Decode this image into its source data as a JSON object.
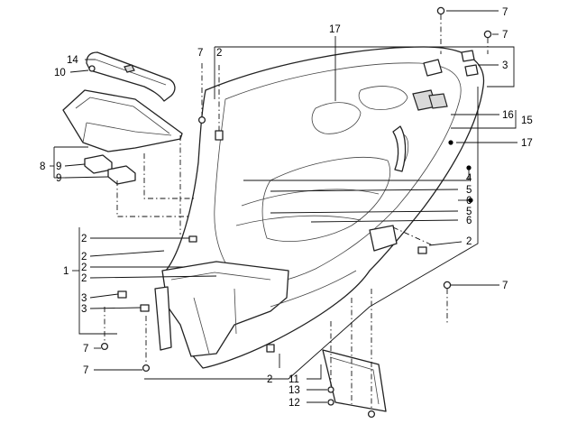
{
  "callouts": {
    "c7_a": "7",
    "c7_b": "7",
    "c7_c": "7",
    "c7_d": "7",
    "c7_e": "7",
    "c7_f": "7",
    "c3_top": "3",
    "c3_a": "3",
    "c3_b": "3",
    "c2_top": "2",
    "c2_a": "2",
    "c2_b": "2",
    "c2_c": "2",
    "c2_d": "2",
    "c2_right": "2",
    "c2_bottom": "2",
    "c14": "14",
    "c10": "10",
    "c8": "8",
    "c9_a": "9",
    "c9_b": "9",
    "c17_top": "17",
    "c17_right": "17",
    "c16": "16",
    "c15": "15",
    "c4": "4",
    "c5_a": "5",
    "c6_a": "6",
    "c5_b": "5",
    "c6_b": "6",
    "c1": "1",
    "c11": "11",
    "c13": "13",
    "c12": "12"
  }
}
